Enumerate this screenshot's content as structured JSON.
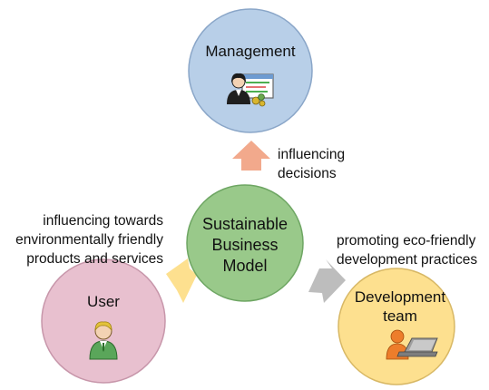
{
  "nodes": {
    "center": {
      "lines": [
        "Sustainable",
        "Business",
        "Model"
      ]
    },
    "management": {
      "label": "Management",
      "icon": "manager-with-chart-icon"
    },
    "user": {
      "label": "User",
      "icon": "user-person-icon"
    },
    "dev": {
      "lines": [
        "Development",
        "team"
      ],
      "icon": "developer-laptop-icon"
    }
  },
  "relations": {
    "management": [
      "influencing",
      "decisions"
    ],
    "user": [
      "influencing towards",
      "environmentally friendly",
      "products and services"
    ],
    "dev": [
      "promoting eco-friendly",
      "development practices"
    ]
  },
  "colors": {
    "center_fill": "#99c98a",
    "center_stroke": "#6ea663",
    "management_fill": "#b8cfe8",
    "management_stroke": "#8aa6c8",
    "user_fill": "#e8c0cf",
    "user_stroke": "#c796aa",
    "dev_fill": "#fde08f",
    "dev_stroke": "#d8b865",
    "arrow_up": "#f2a98c",
    "arrow_left": "#fde08f",
    "arrow_right": "#bdbdbd"
  }
}
